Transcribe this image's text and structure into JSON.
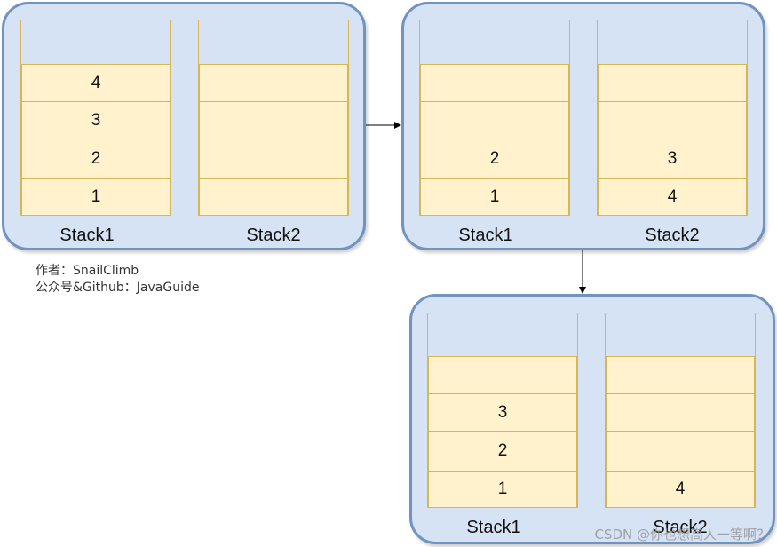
{
  "panels": [
    {
      "stack1": {
        "label": "Stack1",
        "cells": [
          "",
          "4",
          "3",
          "2",
          "1"
        ]
      },
      "stack2": {
        "label": "Stack2",
        "cells": [
          "",
          "",
          "",
          "",
          ""
        ]
      }
    },
    {
      "stack1": {
        "label": "Stack1",
        "cells": [
          "",
          "",
          "",
          "2",
          "1"
        ]
      },
      "stack2": {
        "label": "Stack2",
        "cells": [
          "",
          "",
          "",
          "3",
          "4"
        ]
      }
    },
    {
      "stack1": {
        "label": "Stack1",
        "cells": [
          "",
          "",
          "3",
          "2",
          "1"
        ]
      },
      "stack2": {
        "label": "Stack2",
        "cells": [
          "",
          "",
          "",
          "",
          "4"
        ]
      }
    }
  ],
  "caption": {
    "author": "作者：SnailClimb",
    "account": "公众号&Github：JavaGuide"
  },
  "watermark": "CSDN @你也想高人一等啊？",
  "colors": {
    "panel_fill": "#d5e3f4",
    "panel_border": "#7193c0",
    "cell_fill": "#fff2cc",
    "cell_border": "#d6b656"
  }
}
